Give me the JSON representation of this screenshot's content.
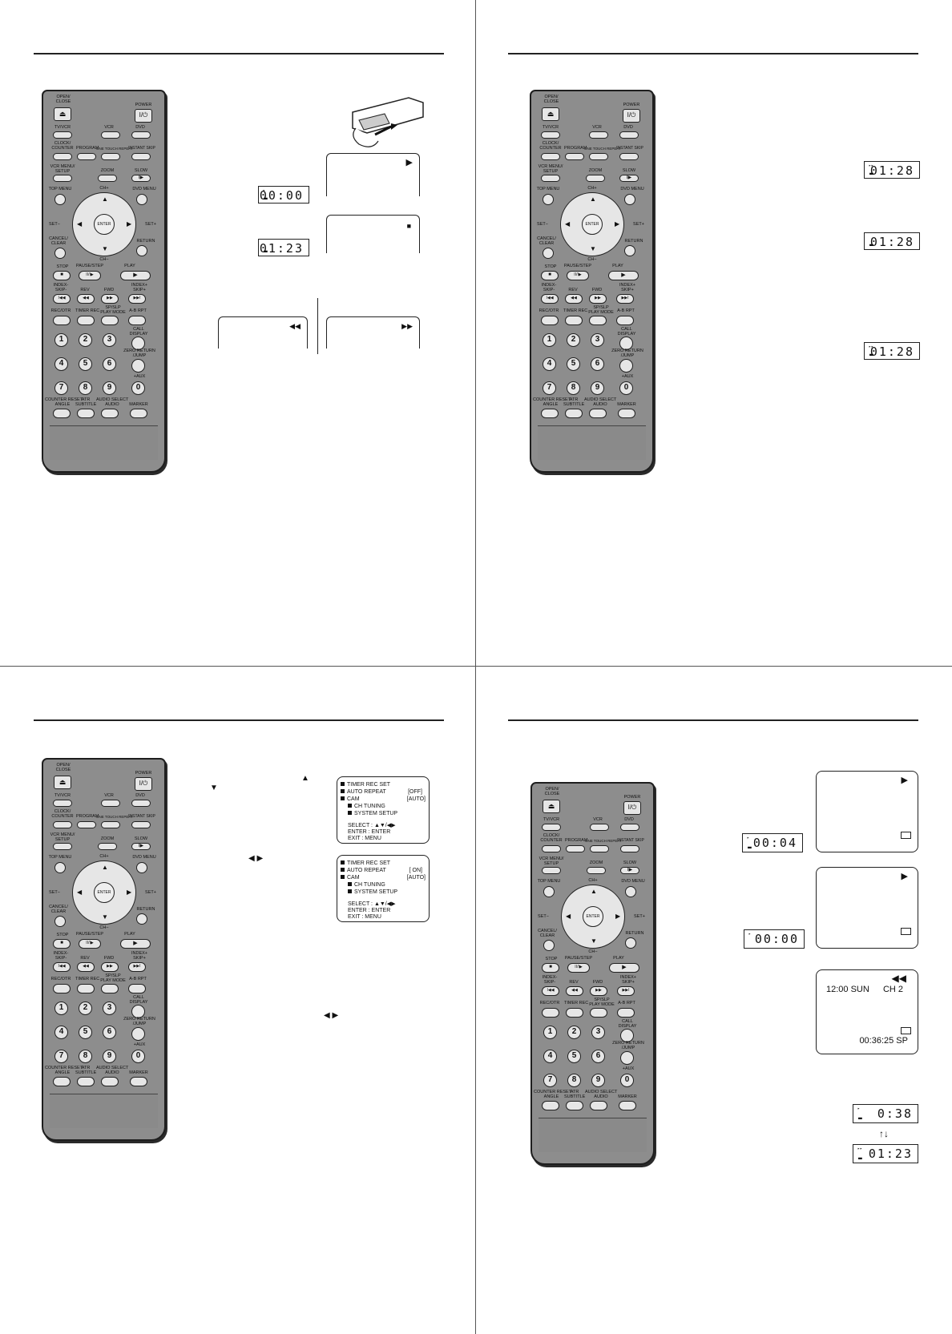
{
  "remote": {
    "open_close": "OPEN/\nCLOSE",
    "power": "POWER",
    "tv_vcr": "TV/VCR",
    "vcr": "VCR",
    "dvd": "DVD",
    "clock_counter": "CLOCK/\nCOUNTER",
    "program": "PROGRAM",
    "one_touch": "ONE TOUCH REPEAT",
    "instant_skip": "INSTANT SKIP",
    "vcr_menu": "VCR MENU/\nSETUP",
    "zoom": "ZOOM",
    "slow": "SLOW",
    "top_menu": "TOP MENU",
    "dvd_menu": "DVD MENU",
    "ch_plus": "CH+",
    "ch_minus": "CH−",
    "set_minus": "SET−",
    "set_plus": "SET+",
    "enter": "ENTER",
    "cancel_clear": "CANCEL/\nCLEAR",
    "return": "RETURN",
    "stop": "STOP",
    "pause_step": "PAUSE/STEP",
    "play": "PLAY",
    "index_skip_minus": "INDEX-\nSKIP-",
    "rev": "REV",
    "fwd": "FWD",
    "index_skip_plus": "INDEX+\nSKIP+",
    "rec_otr": "REC/OTR",
    "timer_rec": "TIMER REC",
    "sp_slp": "SP/SLP\nPLAY MODE",
    "ab_rpt": "A-B RPT",
    "call_display": "CALL\nDISPLAY",
    "zero_return": "ZERO RETURN\n/JUMP",
    "aux": "+AUX",
    "counter_reset": "COUNTER RESET\nANGLE",
    "atr_subtitle": "ATR\nSUBTITLE",
    "audio_select": "AUDIO SELECT\nAUDIO",
    "marker": "MARKER",
    "digits": [
      "1",
      "2",
      "3",
      "4",
      "5",
      "6",
      "7",
      "8",
      "9",
      "0"
    ],
    "power_glyph": "I/⏻",
    "eject_glyph": "⏏",
    "stop_glyph": "■",
    "pause_glyph": "II/I▶",
    "play_glyph": "▶",
    "skip_back_glyph": "I◀◀",
    "rev_glyph": "◀◀",
    "fwd_glyph": "▶▶",
    "skip_fwd_glyph": "▶▶I",
    "slow_glyph": "I▶"
  },
  "page1": {
    "lcd1": "00:00",
    "lcd2": "01:23",
    "screen_play": "▶",
    "screen_stop": "■",
    "screen_rev": "◀◀",
    "screen_fwd": "▶▶"
  },
  "page2": {
    "lcd1": "01:28",
    "lcd2": "01:28",
    "lcd3": "01:28"
  },
  "page3": {
    "arrow_down": "▼",
    "arrow_up": "▲",
    "arrow_lr": "◀ ▶",
    "arrow_lr2": "◀ ▶",
    "menu1": {
      "item1": "TIMER REC SET",
      "item2": "AUTO REPEAT",
      "item3": "CAM",
      "item4": "CH TUNING",
      "item5": "SYSTEM SETUP",
      "val1": "[OFF]",
      "val2": "[AUTO]",
      "nav1": "SELECT : ▲▼/◀▶",
      "nav2": "ENTER : ENTER",
      "nav3": "EXIT : MENU"
    },
    "menu2": {
      "item1": "TIMER REC SET",
      "item2": "AUTO REPEAT",
      "item3": "CAM",
      "item4": "CH TUNING",
      "item5": "SYSTEM SETUP",
      "val1": "[ ON]",
      "val2": "[AUTO]",
      "nav1": "SELECT : ▲▼/◀▶",
      "nav2": "ENTER : ENTER",
      "nav3": "EXIT : MENU"
    }
  },
  "page4": {
    "lcd1": "00:04",
    "lcd2": "00:00",
    "lcd3": "0:38",
    "lcd4": "01:23",
    "screen1_play": "▶",
    "screen2_play": "▶",
    "osd_time": "12:00  SUN",
    "osd_ch": "CH  2",
    "osd_counter": "00:36:25 SP",
    "osd_rev": "◀◀",
    "updown": "↑↓"
  }
}
